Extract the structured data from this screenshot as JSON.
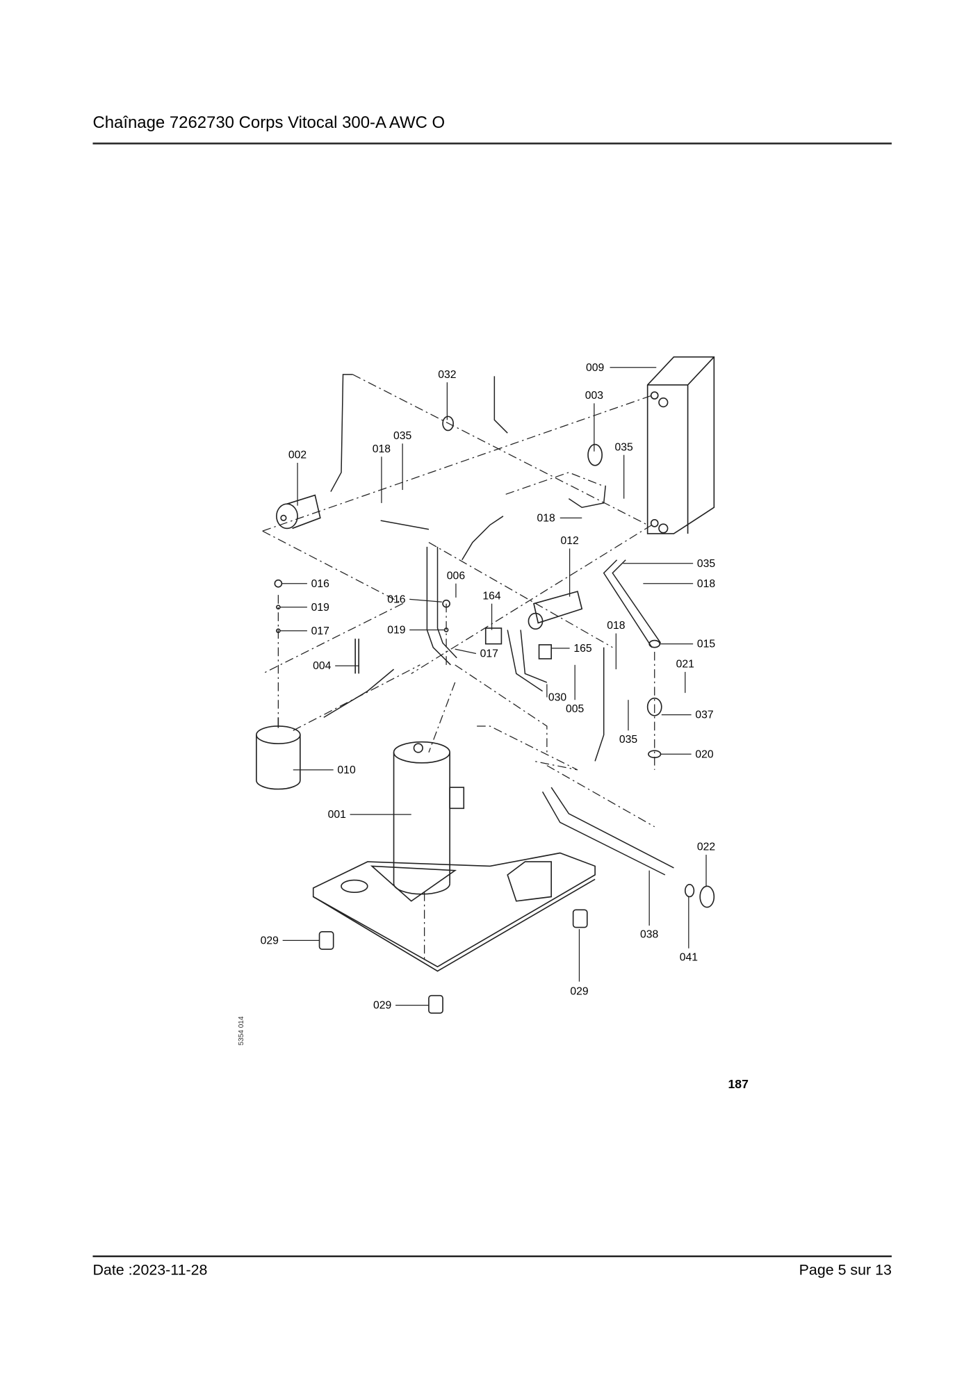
{
  "header": {
    "title": "Chaînage 7262730 Corps Vitocal 300-A AWC O"
  },
  "diagram": {
    "figure_number": "187",
    "reference_code": "5354 014",
    "callouts": [
      "009",
      "032",
      "003",
      "035",
      "018",
      "002",
      "035",
      "018",
      "012",
      "035",
      "018",
      "016",
      "006",
      "164",
      "016",
      "019",
      "017",
      "019",
      "017",
      "004",
      "165",
      "018",
      "015",
      "021",
      "030",
      "005",
      "037",
      "035",
      "020",
      "010",
      "001",
      "022",
      "038",
      "041",
      "029",
      "029",
      "029"
    ]
  },
  "footer": {
    "date": "Date :2023-11-28",
    "page": "Page 5 sur  13"
  }
}
